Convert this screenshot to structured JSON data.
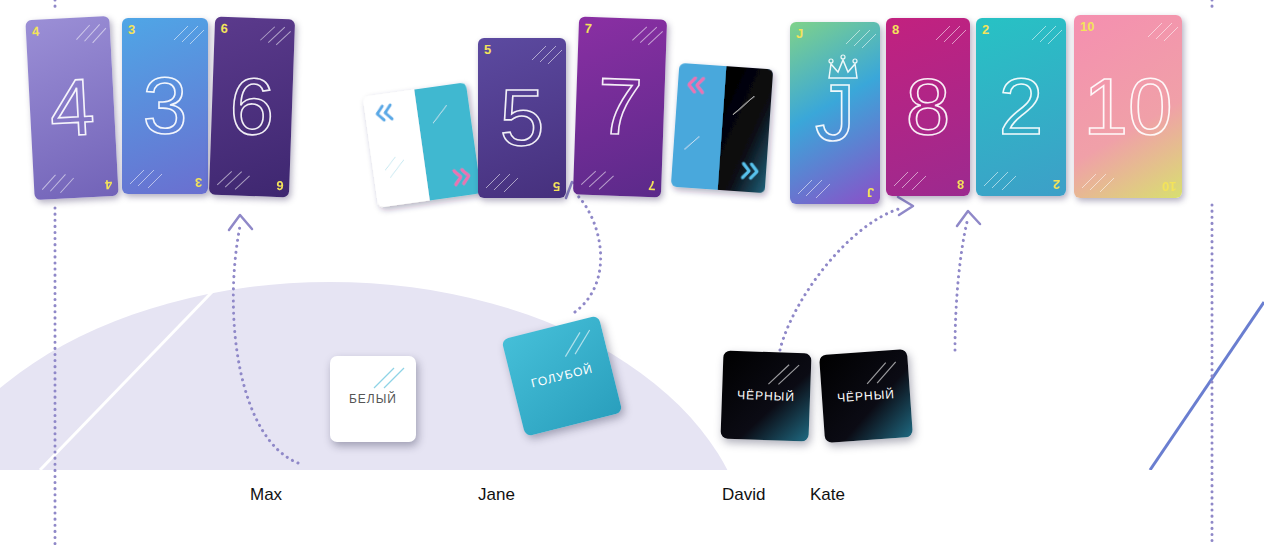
{
  "diagram": {
    "nodes": [
      {
        "text": [
          "4",
          "4",
          "4"
        ]
      },
      {
        "text": [
          "3",
          "3",
          "3"
        ]
      },
      {
        "text": [
          "6",
          "6",
          "6"
        ]
      },
      {
        "text": [
          "5",
          "5",
          "5"
        ]
      },
      {
        "text": [
          "7",
          "7",
          "7"
        ]
      },
      {
        "text": [
          "J",
          "J",
          "J"
        ]
      },
      {
        "text": [
          "8",
          "8",
          "8"
        ]
      },
      {
        "text": [
          "2",
          "2",
          "2"
        ]
      },
      {
        "text": [
          "10",
          "10",
          "10"
        ]
      },
      {
        "text": [
          "БЕЛЫЙ"
        ]
      },
      {
        "text": [
          "ГОЛУБОЙ"
        ]
      },
      {
        "text": [
          "ЧЁРНЫЙ"
        ]
      },
      {
        "text": [
          "ЧЁРНЫЙ"
        ]
      }
    ],
    "labels": [
      "Max",
      "Jane",
      "David",
      "Kate"
    ]
  }
}
